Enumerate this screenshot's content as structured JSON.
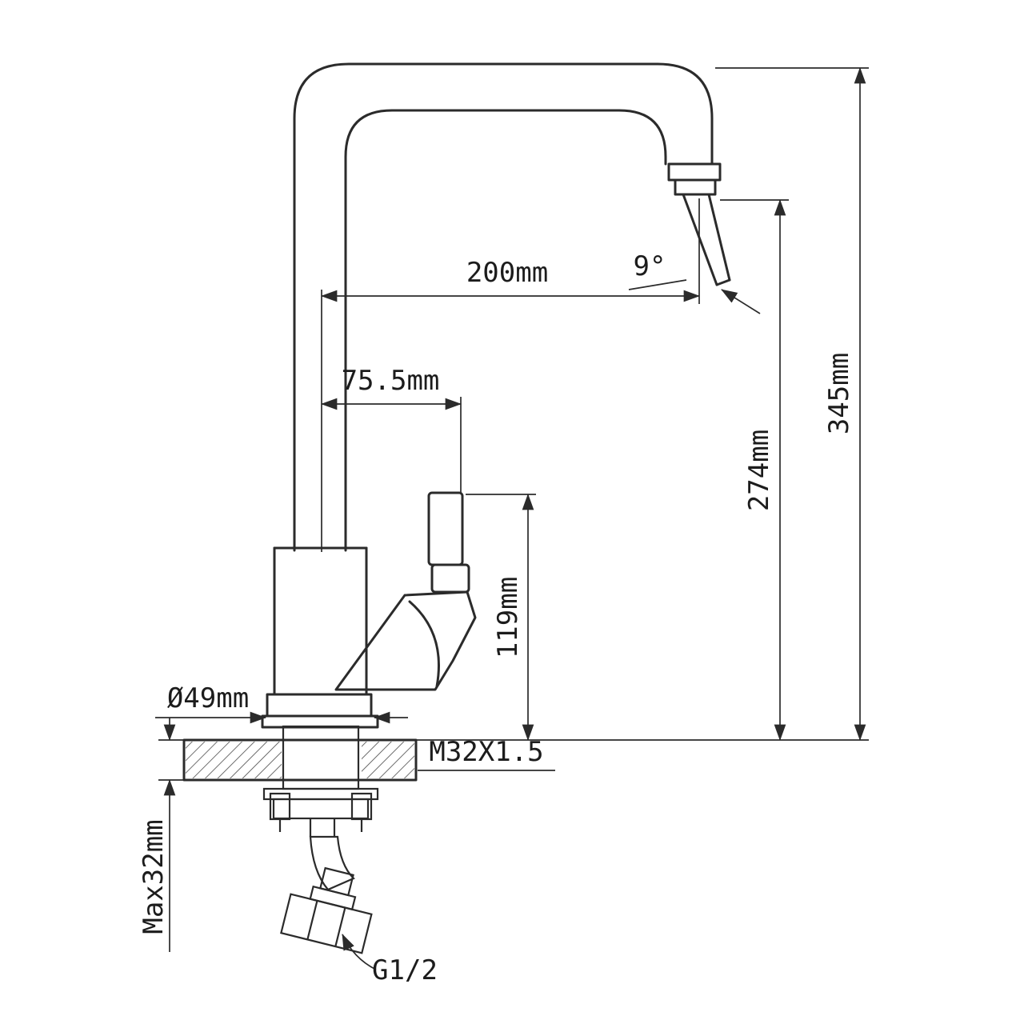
{
  "page": {
    "background": "#ffffff",
    "line_color": "#2b2b2b"
  },
  "diagram": {
    "type": "technical-drawing",
    "subject": "kitchen faucet dimension drawing",
    "labels": {
      "spout_reach": "200mm",
      "spout_angle": "9°",
      "handle_offset": "75.5mm",
      "total_height": "345mm",
      "outlet_height": "274mm",
      "handle_height": "119mm",
      "base_diameter": "Ø49mm",
      "mount_thread": "M32X1.5",
      "max_deck_thickness": "Max32mm",
      "hose_connection": "G1/2"
    }
  }
}
